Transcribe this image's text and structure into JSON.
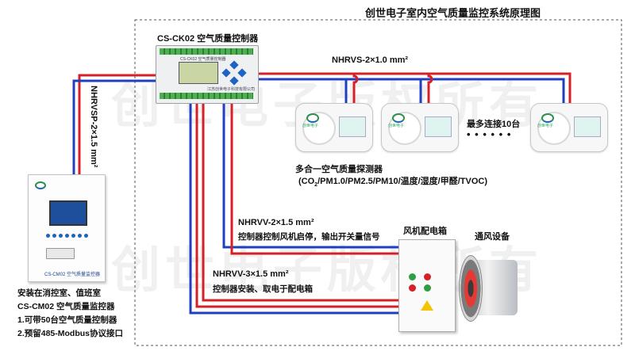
{
  "title": "创世电子室内空气质量监控系统原理图",
  "controller": {
    "label": "CS-CK02 空气质量控制器",
    "panel_text": "CS-CK02 空气质量控制器",
    "footer_text": "江苏创世电子科技有限公司"
  },
  "sensors": {
    "cable_label": "NHRVS-2×1.0 mm²",
    "more_label": "最多连接10台",
    "dots": "• • • • • •",
    "logo_text": "创世电子",
    "caption_line1": "多合一空气质量探测器",
    "caption_line2_prefix": "(CO",
    "caption_line2_sub": "2",
    "caption_line2_suffix": "/PM1.0/PM2.5/PM10/温度/湿度/甲醛/TVOC)"
  },
  "monitor": {
    "cable_label": "NHRVSP-2×1.5 mm²",
    "panel_name": "CS-CM02 空气质量监控器",
    "desc": [
      "安装在消控室、值班室",
      "CS-CM02 空气质量监控器",
      "1.可带50台空气质量控制器",
      "2.预留485-Modbus协议接口"
    ]
  },
  "fan_control": {
    "cable_label": "NHRVV-2×1.5 mm²",
    "desc": "控制器控制风机启停，输出开关量信号"
  },
  "power": {
    "cable_label": "NHRVV-3×1.5 mm²",
    "desc": "控制器安装、取电于配电箱"
  },
  "fan_box_label": "风机配电箱",
  "fan_label": "通风设备",
  "watermark": [
    "创世电子版权所有",
    "创世电子版权所有"
  ],
  "colors": {
    "red_wire": "#d62027",
    "blue_wire": "#1f3fbf",
    "border": "#555555"
  }
}
